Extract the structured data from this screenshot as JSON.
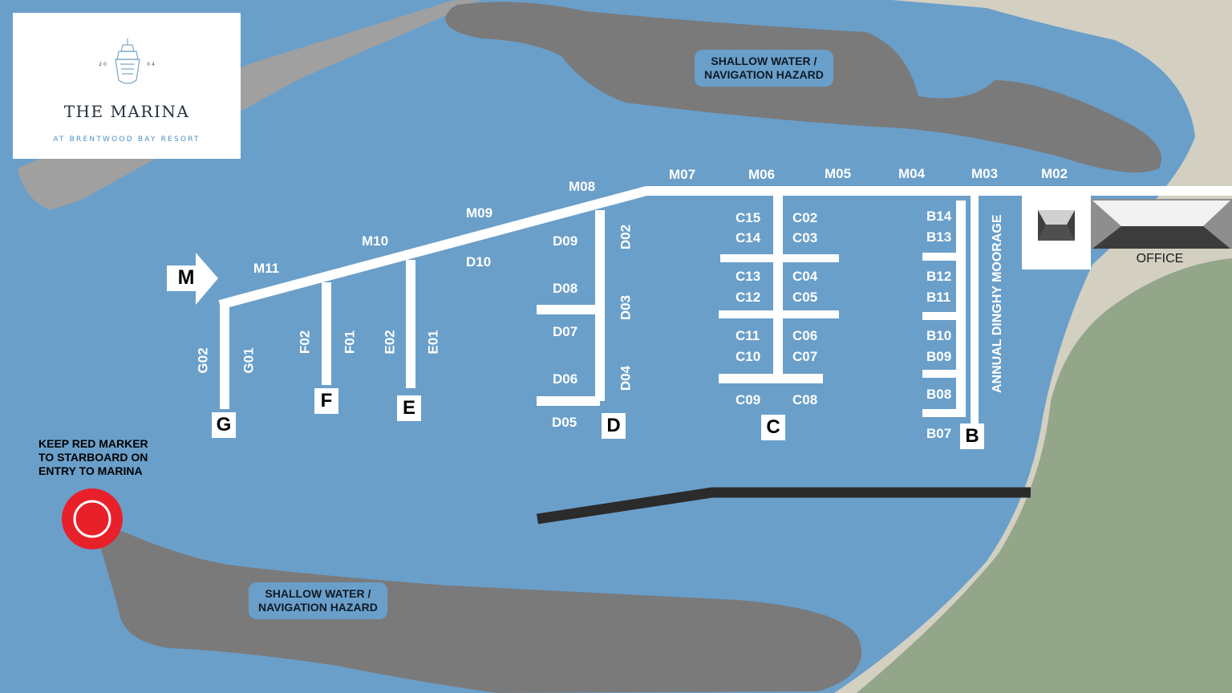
{
  "logo": {
    "year_left": "20",
    "year_right": "04",
    "title": "THE MARINA",
    "subtitle": "AT BRENTWOOD BAY RESORT",
    "icon": "boat-icon"
  },
  "hazards": [
    {
      "line1": "SHALLOW WATER /",
      "line2": "NAVIGATION HAZARD"
    },
    {
      "line1": "SHALLOW WATER /",
      "line2": "NAVIGATION HAZARD"
    }
  ],
  "marker_note": {
    "line1": "KEEP RED MARKER",
    "line2": "TO STARBOARD ON",
    "line3": "ENTRY TO MARINA",
    "color": "#e8202a"
  },
  "entry_arrow": "M",
  "office": "OFFICE",
  "dinghy_label": "ANNUAL DINGHY MOORAGE",
  "main_dock": [
    "M02",
    "M03",
    "M04",
    "M05",
    "M06",
    "M07",
    "M08",
    "M09",
    "M10",
    "M11"
  ],
  "docks": {
    "G": {
      "letter": "G",
      "slips": [
        "G02",
        "G01"
      ]
    },
    "F": {
      "letter": "F",
      "slips": [
        "F02",
        "F01"
      ]
    },
    "E": {
      "letter": "E",
      "slips": [
        "E02",
        "E01"
      ]
    },
    "D": {
      "letter": "D",
      "slips": [
        "D09",
        "D08",
        "D07",
        "D06",
        "D05",
        "D10",
        "D02",
        "D03",
        "D04"
      ]
    },
    "C": {
      "letter": "C",
      "slips": [
        "C15",
        "C14",
        "C13",
        "C12",
        "C11",
        "C10",
        "C09",
        "C02",
        "C03",
        "C04",
        "C05",
        "C06",
        "C07",
        "C08"
      ]
    },
    "B": {
      "letter": "B",
      "slips": [
        "B14",
        "B13",
        "B12",
        "B11",
        "B10",
        "B09",
        "B08",
        "B07"
      ]
    }
  },
  "colors": {
    "water": "#6a9fca",
    "hazard_land": "#7a7a7a",
    "shore": "#d3d0c2",
    "park": "#93a68a",
    "breakwater": "#2b2b2b",
    "dock": "#ffffff"
  }
}
